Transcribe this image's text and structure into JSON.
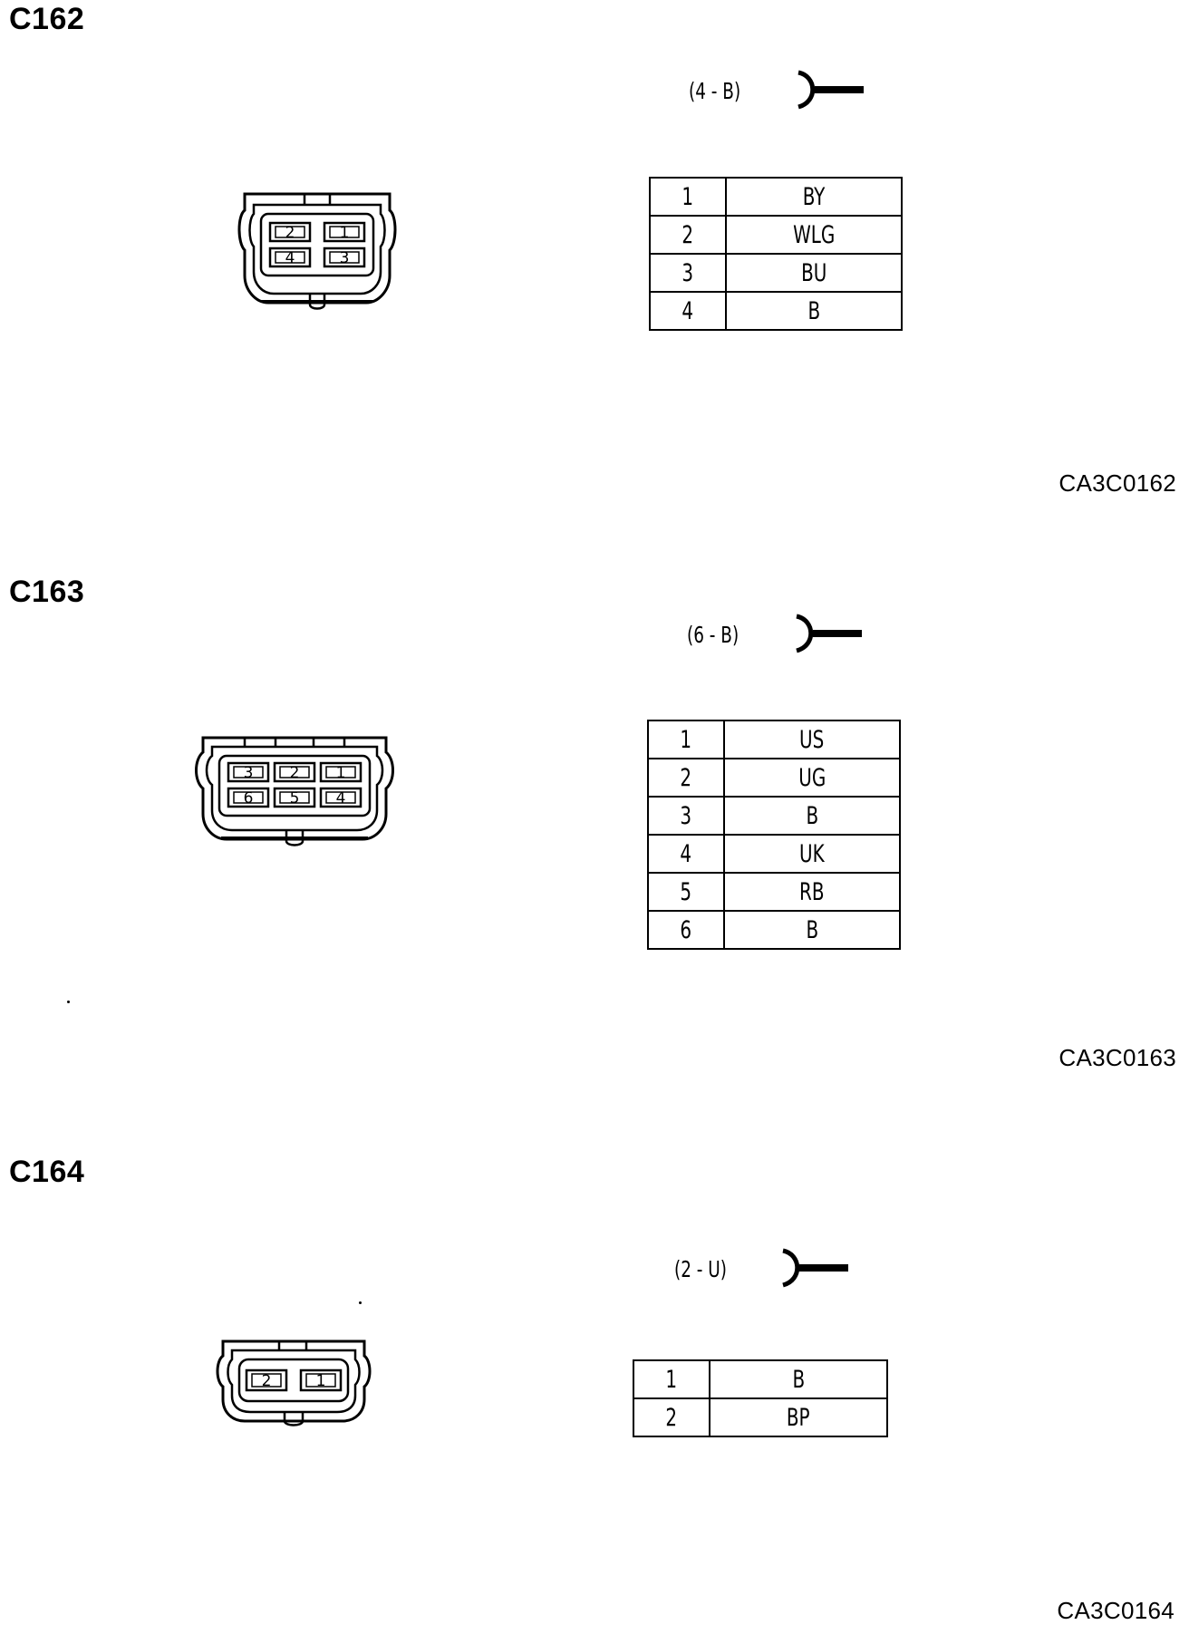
{
  "sections": [
    {
      "id": "C162",
      "title": "C162",
      "spec": "(4 - B)",
      "reference": "CA3C0162",
      "pins": [
        {
          "pin": "1",
          "color": "BY"
        },
        {
          "pin": "2",
          "color": "WLG"
        },
        {
          "pin": "3",
          "color": "BU"
        },
        {
          "pin": "4",
          "color": "B"
        }
      ],
      "connector_pins": {
        "top": [
          "2",
          "1"
        ],
        "bottom": [
          "4",
          "3"
        ]
      }
    },
    {
      "id": "C163",
      "title": "C163",
      "spec": "(6 - B)",
      "reference": "CA3C0163",
      "pins": [
        {
          "pin": "1",
          "color": "US"
        },
        {
          "pin": "2",
          "color": "UG"
        },
        {
          "pin": "3",
          "color": "B"
        },
        {
          "pin": "4",
          "color": "UK"
        },
        {
          "pin": "5",
          "color": "RB"
        },
        {
          "pin": "6",
          "color": "B"
        }
      ],
      "connector_pins": {
        "top": [
          "3",
          "2",
          "1"
        ],
        "bottom": [
          "6",
          "5",
          "4"
        ]
      }
    },
    {
      "id": "C164",
      "title": "C164",
      "spec": "(2 - U)",
      "reference": "CA3C0164",
      "pins": [
        {
          "pin": "1",
          "color": "B"
        },
        {
          "pin": "2",
          "color": "BP"
        }
      ],
      "connector_pins": {
        "top": [
          "2",
          "1"
        ],
        "bottom": []
      }
    }
  ]
}
